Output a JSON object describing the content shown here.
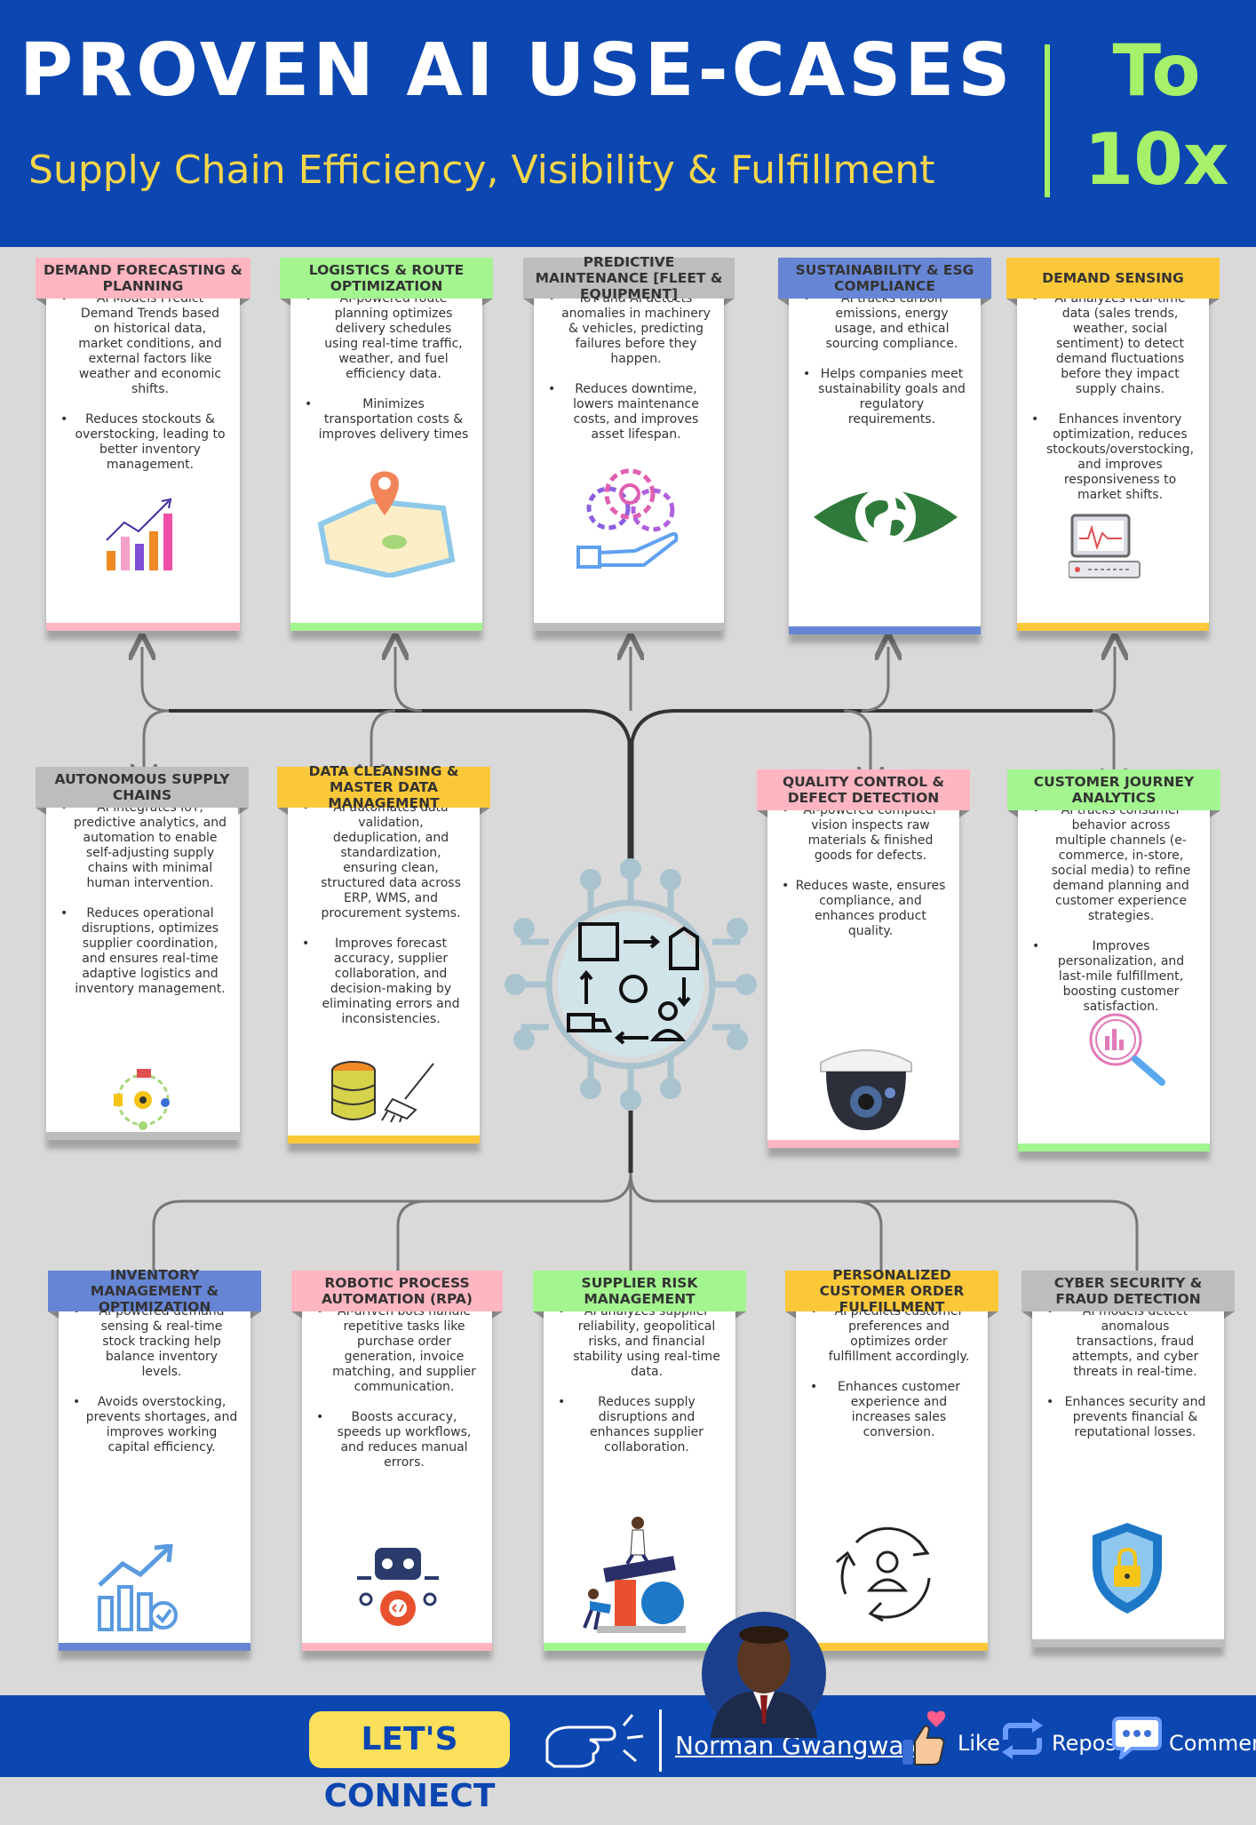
{
  "header": {
    "title": "PROVEN AI USE-CASES",
    "subtitle": "Supply Chain Efficiency, Visibility & Fulfillment",
    "side_line1": "To",
    "side_line2": "10x"
  },
  "colors": {
    "header_bg": "#0c46b0",
    "background": "#d9d9d9",
    "pink": "#ffb6c1",
    "green": "#a3f58f",
    "gray": "#bdbdbd",
    "blue": "#6685d4",
    "yellow": "#fbc83a"
  },
  "cards": [
    {
      "title": "DEMAND FORECASTING & PLANNING",
      "color": "pink",
      "icon": "bar-chart-growth-icon",
      "bullets": [
        "AI Models Predict Demand Trends based on historical data, market conditions, and external factors like weather and economic shifts.",
        "Reduces stockouts & overstocking, leading to better inventory management."
      ]
    },
    {
      "title": "LOGISTICS & ROUTE OPTIMIZATION",
      "color": "green",
      "icon": "map-pin-icon",
      "bullets": [
        "AI-powered route planning optimizes delivery schedules using real-time traffic, weather, and fuel efficiency data.",
        "Minimizes transportation costs & improves delivery times"
      ]
    },
    {
      "title": "PREDICTIVE MAINTENANCE [FLEET & EQUIPMENT]",
      "color": "gray",
      "icon": "gears-hand-icon",
      "bullets": [
        "IoT and AI detects anomalies in machinery & vehicles, predicting failures before they happen.",
        "Reduces downtime, lowers maintenance costs, and improves asset lifespan."
      ]
    },
    {
      "title": "SUSTAINABILITY & ESG COMPLIANCE",
      "color": "blue",
      "icon": "earth-eye-icon",
      "bullets": [
        "AI tracks carbon emissions, energy usage, and ethical sourcing compliance.",
        "Helps companies meet sustainability goals and regulatory requirements."
      ]
    },
    {
      "title": "DEMAND SENSING",
      "color": "yellow",
      "icon": "monitor-icon",
      "bullets": [
        "AI analyzes real-time data (sales trends, weather, social sentiment) to detect demand fluctuations before they impact supply chains.",
        "Enhances inventory optimization, reduces stockouts/overstocking, and improves responsiveness to market shifts."
      ]
    },
    {
      "title": "AUTONOMOUS SUPPLY CHAINS",
      "color": "gray",
      "icon": "supply-cycle-icon",
      "bullets": [
        "AI integrates IoT, predictive analytics, and automation to enable self-adjusting supply chains with minimal human intervention.",
        "Reduces operational disruptions, optimizes supplier coordination, and ensures real-time adaptive logistics and inventory management."
      ]
    },
    {
      "title": "DATA CLEANSING & MASTER DATA MANAGEMENT",
      "color": "yellow",
      "icon": "database-broom-icon",
      "bullets": [
        "AI automates data validation, deduplication, and standardization, ensuring clean, structured data across ERP, WMS, and procurement systems.",
        "Improves forecast accuracy, supplier collaboration, and decision-making by eliminating errors and inconsistencies."
      ]
    },
    {
      "title": "QUALITY CONTROL & DEFECT DETECTION",
      "color": "pink",
      "icon": "security-camera-icon",
      "bullets": [
        "AI-powered computer vision inspects raw materials & finished goods for defects.",
        "Reduces waste, ensures compliance, and enhances product quality."
      ]
    },
    {
      "title": "CUSTOMER JOURNEY ANALYTICS",
      "color": "green",
      "icon": "magnifier-chart-icon",
      "bullets": [
        "AI tracks consumer behavior across multiple channels (e-commerce, in-store, social media) to refine demand planning and customer experience strategies.",
        "Improves personalization, and last-mile fulfillment, boosting customer satisfaction."
      ]
    },
    {
      "title": "INVENTORY MANAGEMENT & OPTIMIZATION",
      "color": "blue",
      "icon": "growth-check-icon",
      "bullets": [
        "AI-powered demand sensing & real-time stock tracking help balance inventory levels.",
        "Avoids overstocking, prevents shortages, and improves working capital efficiency."
      ]
    },
    {
      "title": "ROBOTIC PROCESS AUTOMATION (RPA)",
      "color": "pink",
      "icon": "robot-icon",
      "bullets": [
        "AI-driven bots handle repetitive tasks like purchase order generation, invoice matching, and supplier communication.",
        "Boosts accuracy, speeds up workflows, and reduces manual errors."
      ]
    },
    {
      "title": "SUPPLIER RISK MANAGEMENT",
      "color": "green",
      "icon": "balance-people-icon",
      "bullets": [
        "AI analyzes supplier reliability, geopolitical risks, and financial stability using real-time data.",
        "Reduces supply disruptions and enhances supplier collaboration."
      ]
    },
    {
      "title": "PERSONALIZED CUSTOMER ORDER FULFILLMENT",
      "color": "yellow",
      "icon": "customer-cycle-icon",
      "bullets": [
        "AI predicts customer preferences and optimizes order fulfillment accordingly.",
        "Enhances customer experience and increases sales conversion."
      ]
    },
    {
      "title": "CYBER SECURITY & FRAUD DETECTION",
      "color": "gray",
      "icon": "shield-lock-icon",
      "bullets": [
        "AI models detect anomalous transactions, fraud attempts, and cyber threats in real-time.",
        "Enhances security and prevents financial & reputational losses."
      ]
    }
  ],
  "footer": {
    "connect_label": "LET'S CONNECT",
    "author": "Norman Gwangwava",
    "like_label": "Like",
    "repost_label": "Repost",
    "comment_label": "Comment"
  }
}
